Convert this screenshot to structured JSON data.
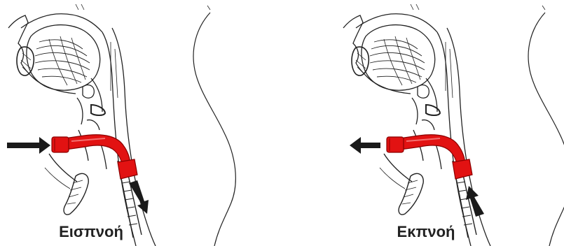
{
  "panels": [
    {
      "id": "inhalation",
      "caption": "Εισπνοή",
      "airflow": "in"
    },
    {
      "id": "exhalation",
      "caption": "Εκπνοή",
      "airflow": "out"
    }
  ],
  "colors": {
    "tube": "#e21212",
    "tube_outline": "#8a0000",
    "arrow": "#1a1a1a",
    "anatomy_line": "#222222",
    "caption": "#222222"
  },
  "icons": [
    "neck-cross-section-illustration",
    "tracheostomy-tube-icon",
    "airflow-arrow-icon"
  ]
}
